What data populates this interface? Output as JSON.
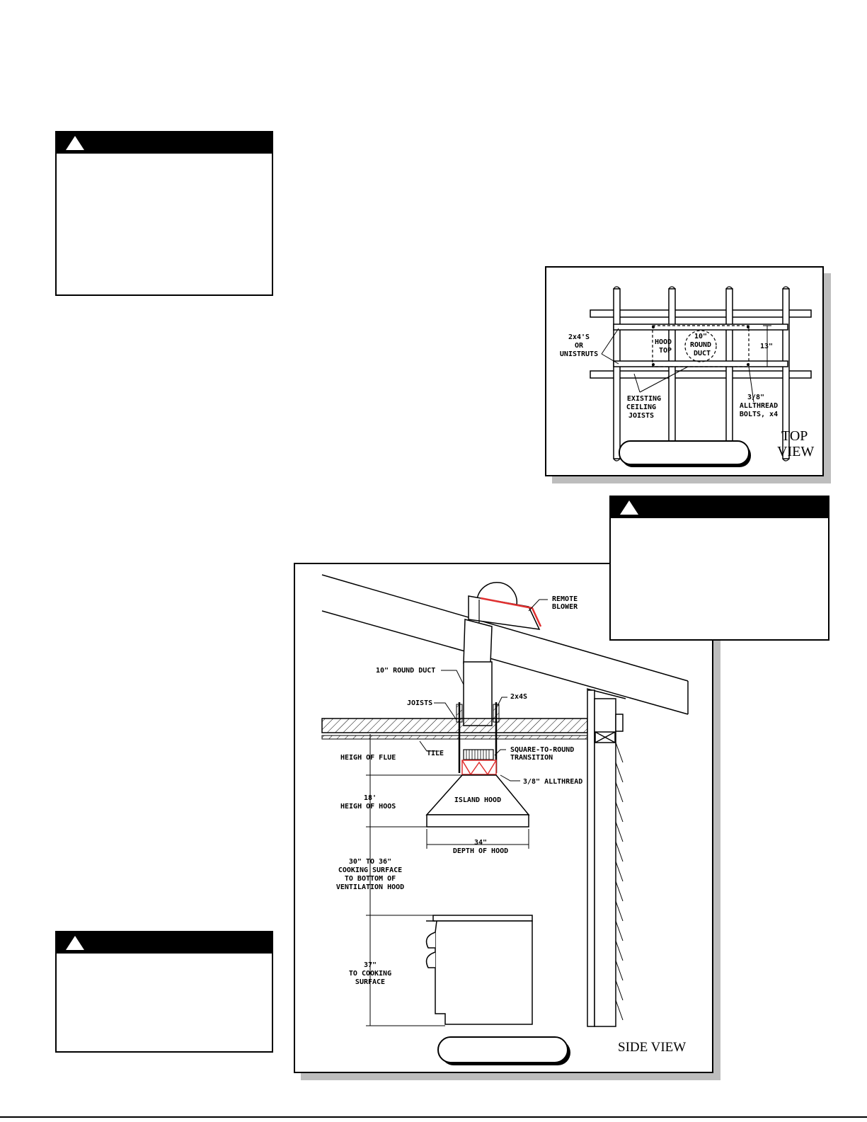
{
  "warnings": [
    {
      "id": "warning-top-left",
      "title": ""
    },
    {
      "id": "warning-right",
      "title": ""
    },
    {
      "id": "warning-bottom-left",
      "title": ""
    }
  ],
  "top_view": {
    "title_line1": "TOP",
    "title_line2": "VIEW",
    "caption": "",
    "labels": {
      "struts_1": "2x4'S",
      "struts_2": "OR",
      "struts_3": "UNISTRUTS",
      "hood_1": "HOOD",
      "hood_2": "TOP",
      "duct_1": "10\"",
      "duct_2": "ROUND",
      "duct_3": "DUCT",
      "dim": "13\"",
      "joists_1": "EXISTING",
      "joists_2": "CEILING",
      "joists_3": "JOISTS",
      "bolts_1": "3/8\"",
      "bolts_2": "ALLTHREAD",
      "bolts_3": "BOLTS, x4"
    }
  },
  "side_view": {
    "title": "SIDE  VIEW",
    "caption": "",
    "labels": {
      "blower_1": "REMOTE",
      "blower_2": "BLOWER",
      "duct": "10\" ROUND DUCT",
      "joists": "JOISTS",
      "two_by": "2x4S",
      "transition_1": "SQUARE-TO-ROUND",
      "transition_2": "TRANSITION",
      "tile": "TILE",
      "flue": "HEIGH OF FLUE",
      "allthread": "3/8\" ALLTHREAD",
      "hood_h_1": "18'",
      "hood_h_2": "HEIGH OF HOOS",
      "island": "ISLAND HOOD",
      "depth_1": "34\"",
      "depth_2": "DEPTH OF HOOD",
      "clear_1": "30\" TO 36\"",
      "clear_2": "COOKING SURFACE",
      "clear_3": "TO BOTTOM OF",
      "clear_4": "VENTILATION HOOD",
      "cook_1": "37\"",
      "cook_2": "TO COOKING",
      "cook_3": "SURFACE"
    }
  }
}
